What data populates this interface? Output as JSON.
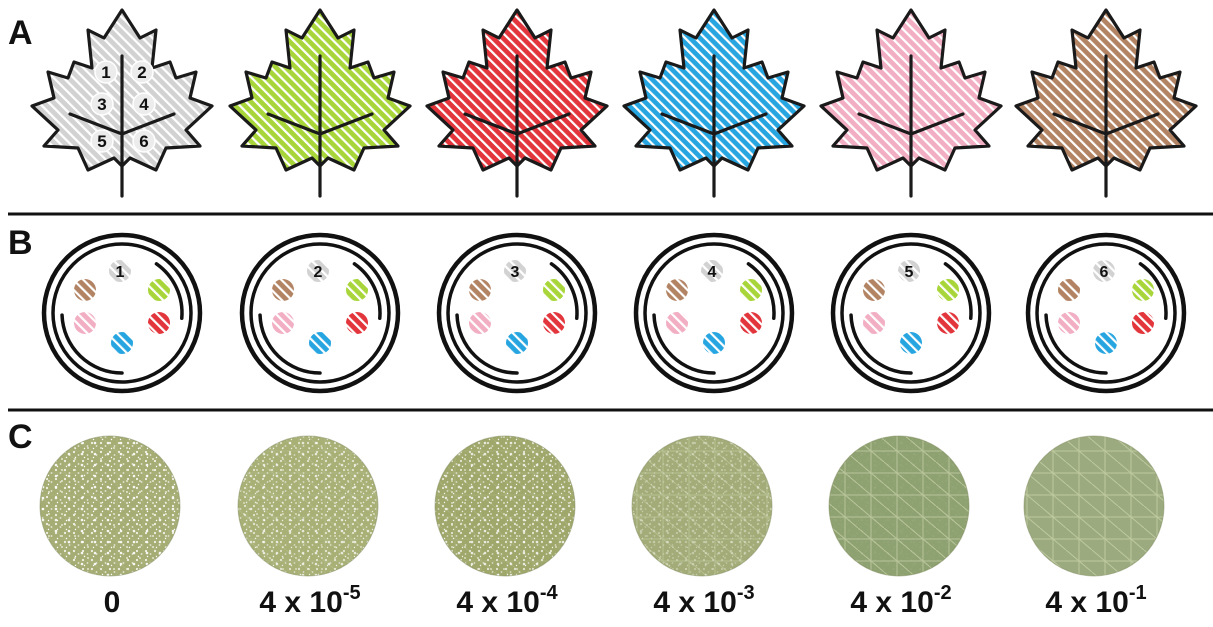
{
  "panels": {
    "a": "A",
    "b": "B",
    "c": "C"
  },
  "colors": {
    "gray": "#d2d2d2",
    "green": "#a8d63a",
    "red": "#e2353c",
    "blue": "#27a5e0",
    "pink": "#f2afc4",
    "brown": "#b38464"
  },
  "leaves": [
    {
      "color_key": "gray",
      "sections": [
        "1",
        "2",
        "3",
        "4",
        "5",
        "6"
      ]
    },
    {
      "color_key": "green",
      "sections": []
    },
    {
      "color_key": "red",
      "sections": []
    },
    {
      "color_key": "blue",
      "sections": []
    },
    {
      "color_key": "pink",
      "sections": []
    },
    {
      "color_key": "brown",
      "sections": []
    }
  ],
  "dishes": [
    {
      "label": "1"
    },
    {
      "label": "2"
    },
    {
      "label": "3"
    },
    {
      "label": "4"
    },
    {
      "label": "5"
    },
    {
      "label": "6"
    }
  ],
  "photos": [
    {
      "tone": "#a6ad74",
      "spores": 1.0
    },
    {
      "tone": "#a8b076",
      "spores": 0.8
    },
    {
      "tone": "#9fa76b",
      "spores": 0.85
    },
    {
      "tone": "#a3ac78",
      "spores": 0.4
    },
    {
      "tone": "#8ea170",
      "spores": 0.05
    },
    {
      "tone": "#9cab7f",
      "spores": 0.0
    }
  ],
  "concentrations": [
    {
      "base": "0",
      "exp": ""
    },
    {
      "base": "4 x 10",
      "exp": "-5"
    },
    {
      "base": "4 x 10",
      "exp": "-4"
    },
    {
      "base": "4 x 10",
      "exp": "-3"
    },
    {
      "base": "4 x 10",
      "exp": "-2"
    },
    {
      "base": "4 x 10",
      "exp": "-1"
    }
  ]
}
